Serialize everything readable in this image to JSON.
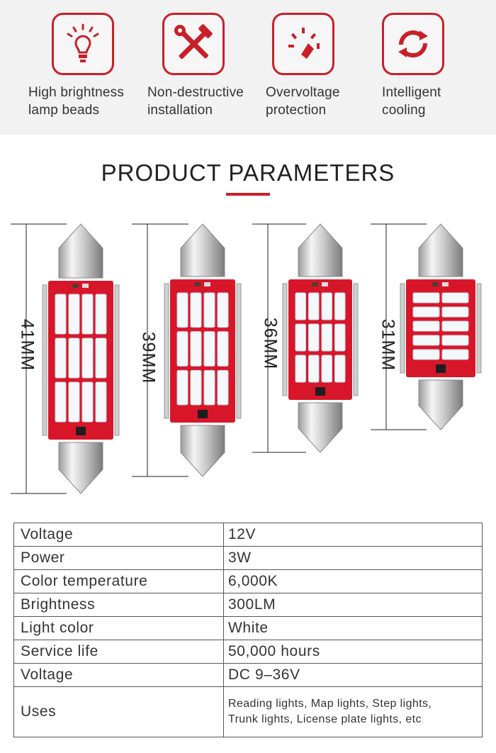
{
  "features": [
    {
      "icon": "lightbulb-icon",
      "label": "High brightness\nlamp beads"
    },
    {
      "icon": "tools-icon",
      "label": "Non-destructive\ninstallation"
    },
    {
      "icon": "spark-icon",
      "label": "Overvoltage\nprotection"
    },
    {
      "icon": "refresh-icon",
      "label": "Intelligent\ncooling"
    }
  ],
  "heading": "PRODUCT PARAMETERS",
  "bulbs": [
    {
      "size": "41MM",
      "rows": 3,
      "cols": 4
    },
    {
      "size": "39MM",
      "rows": 3,
      "cols": 4
    },
    {
      "size": "36MM",
      "rows": 3,
      "cols": 4
    },
    {
      "size": "31MM",
      "rows": 5,
      "cols": 2
    }
  ],
  "specs": [
    {
      "label": "Voltage",
      "value": "12V"
    },
    {
      "label": "Power",
      "value": "3W"
    },
    {
      "label": "Color temperature",
      "value": "6,000K"
    },
    {
      "label": "Brightness",
      "value": "300LM"
    },
    {
      "label": "Light color",
      "value": "White"
    },
    {
      "label": "Service life",
      "value": "50,000 hours"
    },
    {
      "label": "Voltage",
      "value": "DC 9–36V"
    },
    {
      "label": "Uses",
      "value": "Reading lights, Map lights, Step lights,\nTrunk lights, License plate lights, etc"
    }
  ],
  "colors": {
    "accent": "#c8202a",
    "pcb": "#d8162a",
    "led": "#f4f8fb"
  }
}
